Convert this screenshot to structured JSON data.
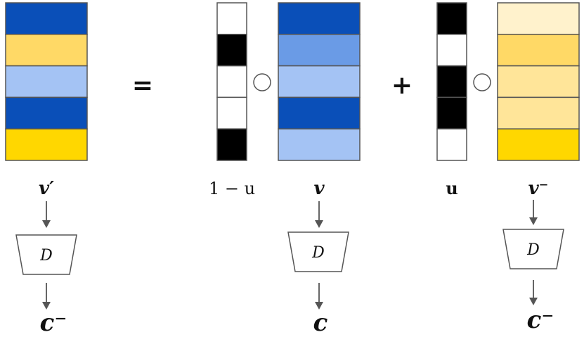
{
  "colors": {
    "blue_dark": "#0a4fb8",
    "blue_mid": "#6a9be6",
    "blue_light": "#a4c3f4",
    "yellow_bright": "#ffd700",
    "yellow_mid": "#ffd966",
    "yellow_light": "#ffe599",
    "yellow_pale": "#fff2cc",
    "mask_black": "#000000",
    "mask_white": "#ffffff",
    "stroke": "#555555"
  },
  "vectors": {
    "v_prime": {
      "label": "v′",
      "cells": [
        "blue_dark",
        "yellow_mid",
        "blue_light",
        "blue_dark",
        "yellow_bright"
      ]
    },
    "one_minus_u": {
      "label": "1 − u",
      "cells": [
        "mask_white",
        "mask_black",
        "mask_white",
        "mask_white",
        "mask_black"
      ]
    },
    "v": {
      "label": "v",
      "cells": [
        "blue_dark",
        "blue_mid",
        "blue_light",
        "blue_dark",
        "blue_light"
      ]
    },
    "u": {
      "label": "u",
      "cells": [
        "mask_black",
        "mask_white",
        "mask_black",
        "mask_black",
        "mask_white"
      ]
    },
    "v_minus": {
      "label": "v⁻",
      "cells": [
        "yellow_pale",
        "yellow_mid",
        "yellow_light",
        "yellow_light",
        "yellow_bright"
      ]
    }
  },
  "operators": {
    "equals": "=",
    "plus": "+"
  },
  "decoders": [
    {
      "label": "D",
      "output": "c⁻"
    },
    {
      "label": "D",
      "output": "c"
    },
    {
      "label": "D",
      "output": "c⁻"
    }
  ]
}
